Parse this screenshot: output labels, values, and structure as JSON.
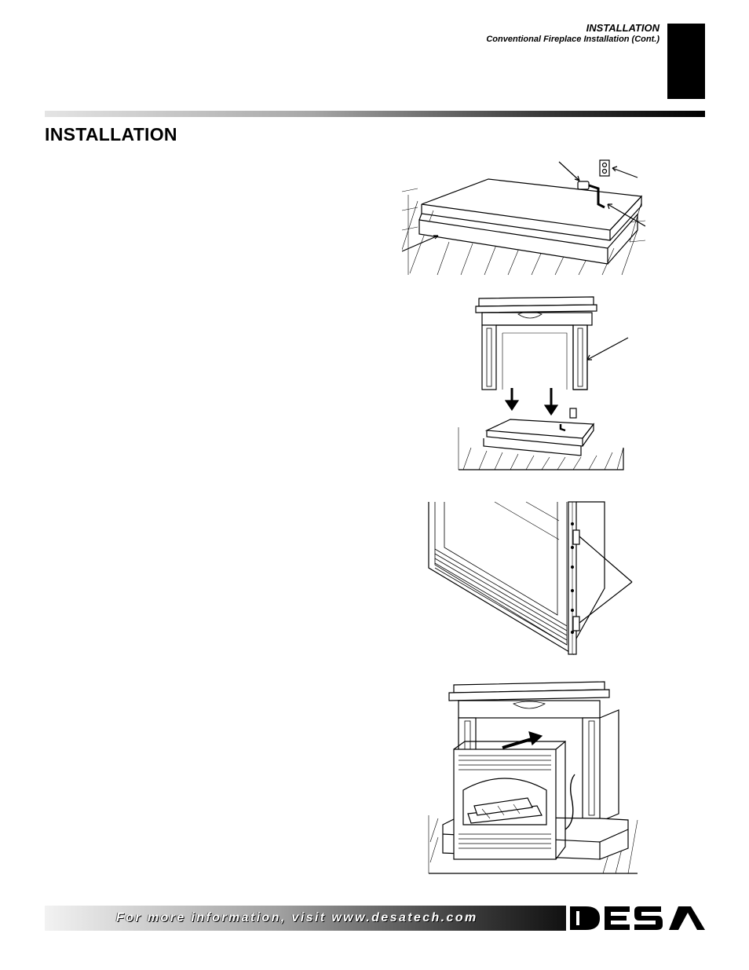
{
  "header": {
    "section": "INSTALLATION",
    "subsection": "Conventional Fireplace Installation (Cont.)"
  },
  "page_title": "INSTALLATION",
  "footer": {
    "text": "For more information, visit www.desatech.com",
    "logo_text": "DESA"
  },
  "colors": {
    "ink": "#000000",
    "paper": "#ffffff"
  }
}
